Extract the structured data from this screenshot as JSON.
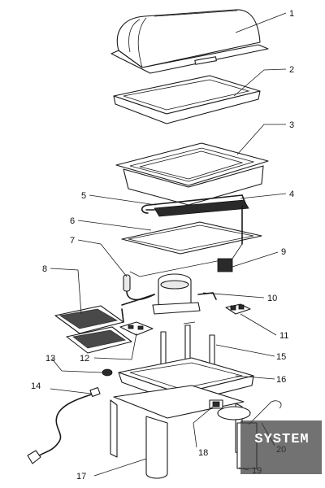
{
  "callouts": [
    "1",
    "2",
    "3",
    "4",
    "5",
    "6",
    "7",
    "8",
    "9",
    "10",
    "11",
    "12",
    "13",
    "14",
    "15",
    "16",
    "17",
    "18",
    "19",
    "20"
  ],
  "watermark": "SYSTEM",
  "colors": {
    "line": "#1a1a1a",
    "fill": "#ffffff",
    "shade": "#e9e9e9",
    "watermark": "#3c3c3c"
  }
}
